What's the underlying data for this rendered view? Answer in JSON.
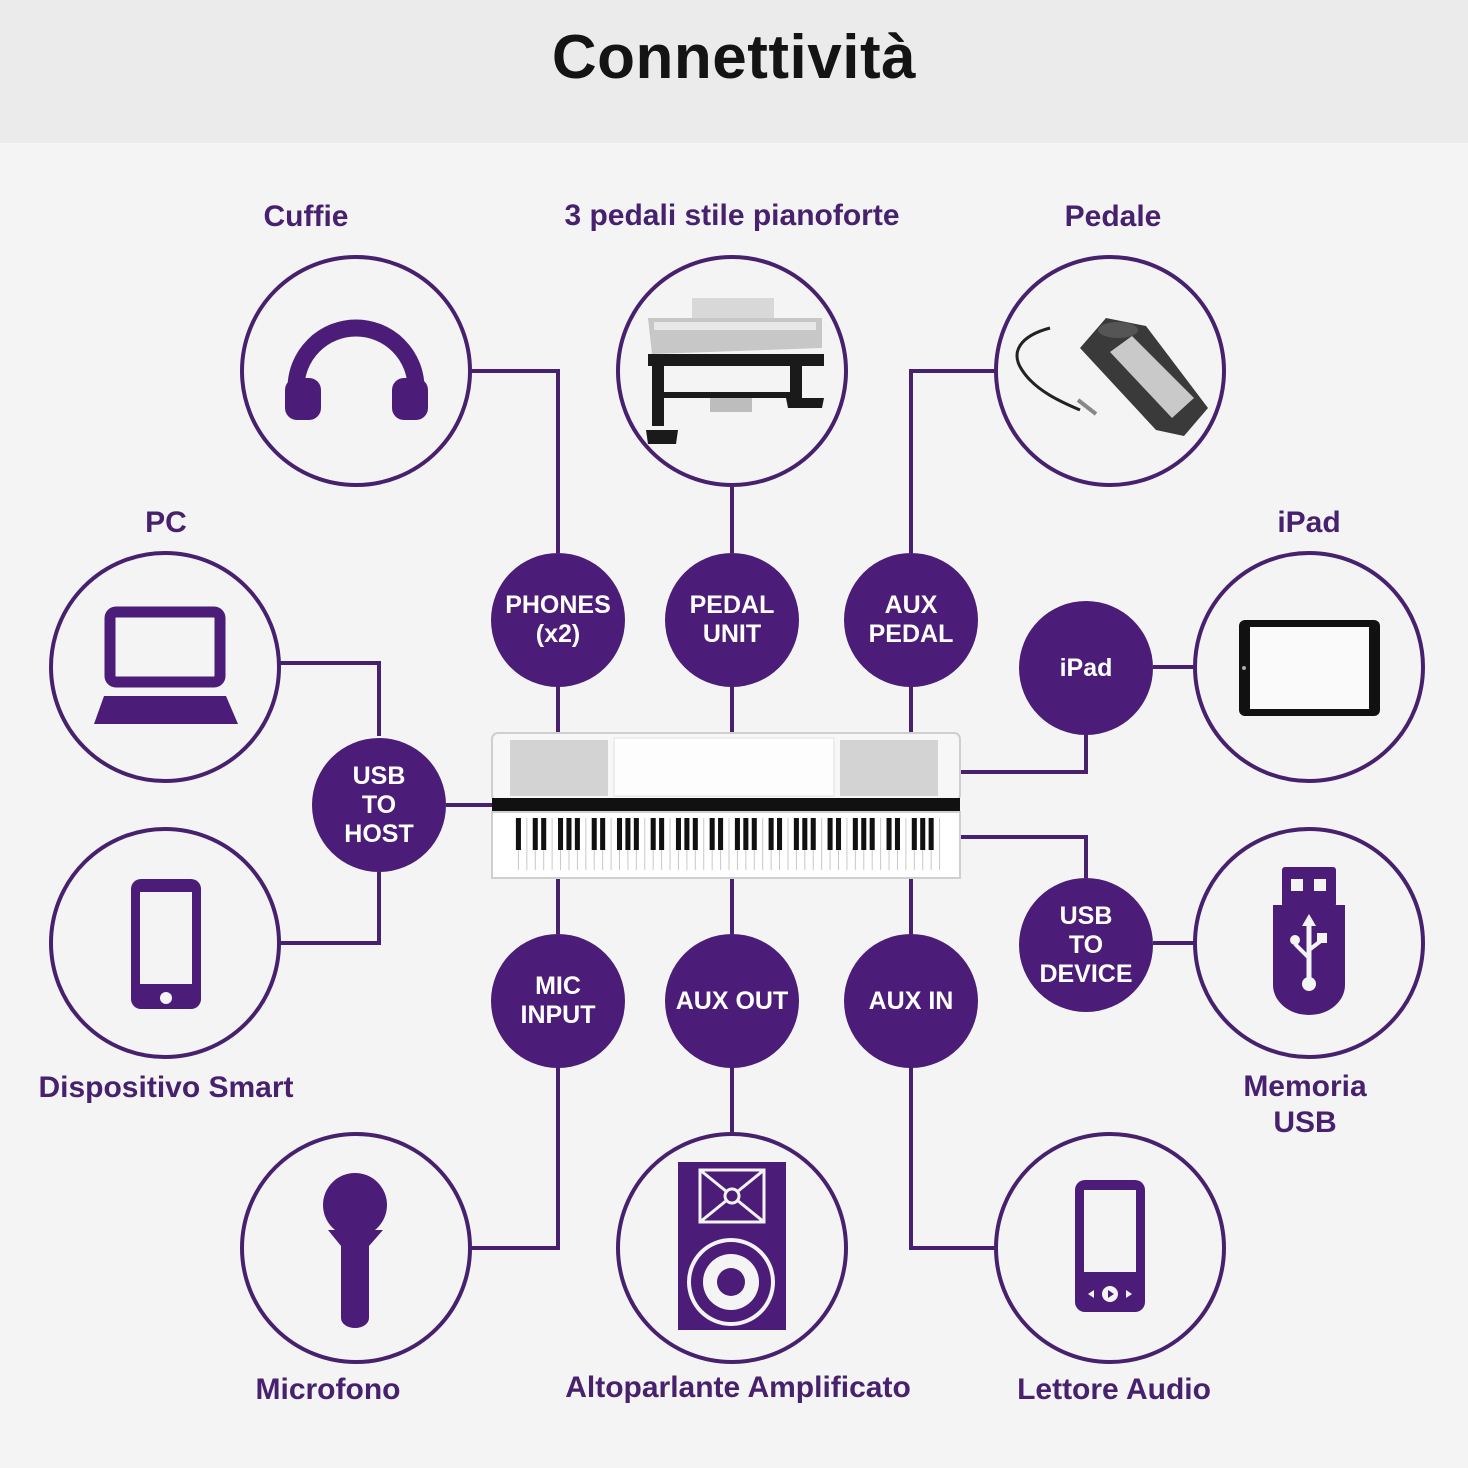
{
  "title": "Connettività",
  "colors": {
    "accent": "#4c1d78",
    "line": "#47216e",
    "label": "#47216e"
  },
  "devices": {
    "cuffie": {
      "label": "Cuffie",
      "icon": "headphones-icon"
    },
    "pedali": {
      "label": "3 pedali stile pianoforte",
      "icon": "piano-stand-pedals-icon"
    },
    "pedale": {
      "label": "Pedale",
      "icon": "sustain-pedal-icon"
    },
    "pc": {
      "label": "PC",
      "icon": "laptop-icon"
    },
    "ipad": {
      "label": "iPad",
      "icon": "tablet-icon"
    },
    "smart": {
      "label": "Dispositivo Smart",
      "icon": "smartphone-icon"
    },
    "usb_mem": {
      "label": "Memoria\nUSB",
      "icon": "usb-stick-icon"
    },
    "mic": {
      "label": "Microfono",
      "icon": "microphone-icon"
    },
    "speaker": {
      "label": "Altoparlante Amplificato",
      "icon": "speaker-icon"
    },
    "player": {
      "label": "Lettore Audio",
      "icon": "audio-player-icon"
    }
  },
  "ports": {
    "phones": "PHONES\n(x2)",
    "pedal_unit": "PEDAL\nUNIT",
    "aux_pedal": "AUX\nPEDAL",
    "ipad": "iPad",
    "usb_host": "USB\nTO\nHOST",
    "usb_device": "USB\nTO\nDEVICE",
    "mic_input": "MIC\nINPUT",
    "aux_out": "AUX OUT",
    "aux_in": "AUX IN"
  },
  "center": {
    "icon": "digital-piano-icon"
  }
}
